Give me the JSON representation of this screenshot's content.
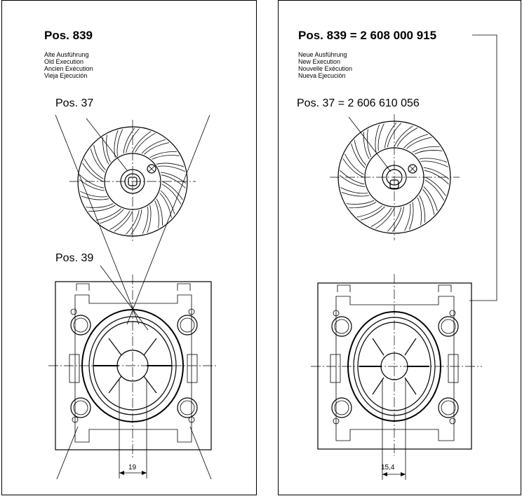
{
  "old_execution": {
    "title": "Pos. 839",
    "variant_lines": [
      "Alte Ausführung",
      "Old Execution",
      "Ancien Exécution",
      "Vieja Ejecución"
    ],
    "callout_fan": "Pos. 37",
    "callout_base": "Pos. 39",
    "dimension": "19"
  },
  "new_execution": {
    "title": "Pos. 839 = 2 608 000 915",
    "variant_lines": [
      "Neue Ausführung",
      "New Execution",
      "Nouvelle Exécution",
      "Nueva Ejecución"
    ],
    "callout_fan": "Pos. 37 = 2 606 610 056",
    "dimension": "15,4"
  }
}
